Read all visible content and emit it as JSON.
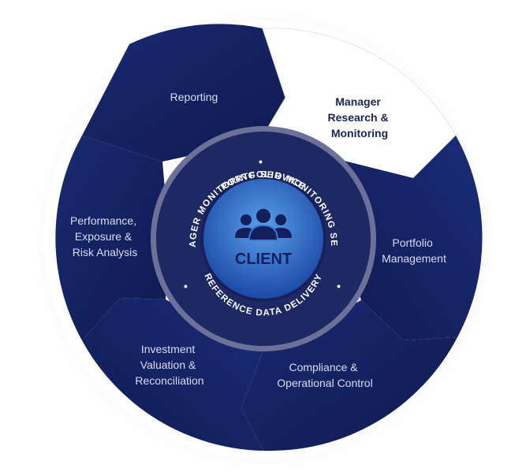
{
  "center": {
    "label": "CLIENT",
    "icon": "people-group-icon",
    "ring_texts": {
      "manager": "MANAGER MONITORING SERVICE",
      "portfolio": "PORTFOLIO MONITORING SERVICE",
      "reference": "REFERENCE DATA DELIVERY",
      "separator": "•"
    }
  },
  "segments": [
    {
      "id": "reporting",
      "lines": [
        "Reporting"
      ],
      "highlighted": false
    },
    {
      "id": "manager-research",
      "lines": [
        "Manager",
        "Research &",
        "Monitoring"
      ],
      "highlighted": true
    },
    {
      "id": "portfolio-management",
      "lines": [
        "Portfolio",
        "Management"
      ],
      "highlighted": false
    },
    {
      "id": "compliance",
      "lines": [
        "Compliance &",
        "Operational Control"
      ],
      "highlighted": false
    },
    {
      "id": "investment-valuation",
      "lines": [
        "Investment",
        "Valuation &",
        "Reconciliation"
      ],
      "highlighted": false
    },
    {
      "id": "performance",
      "lines": [
        "Performance,",
        "Exposure &",
        "Risk Analysis"
      ],
      "highlighted": false
    }
  ],
  "colors": {
    "segment_fill": "#14205e",
    "segment_fill_alt": "#0f1a4f",
    "highlight_fill": "#ffffff",
    "highlight_text": "#1a2456",
    "segment_text": "#d7dcf2",
    "ring_fill": "#1d2760",
    "ring_border": "#7b80a6",
    "core_light": "#4f8fe0",
    "core_dark": "#1f52b0",
    "client_text": "#14205e"
  }
}
